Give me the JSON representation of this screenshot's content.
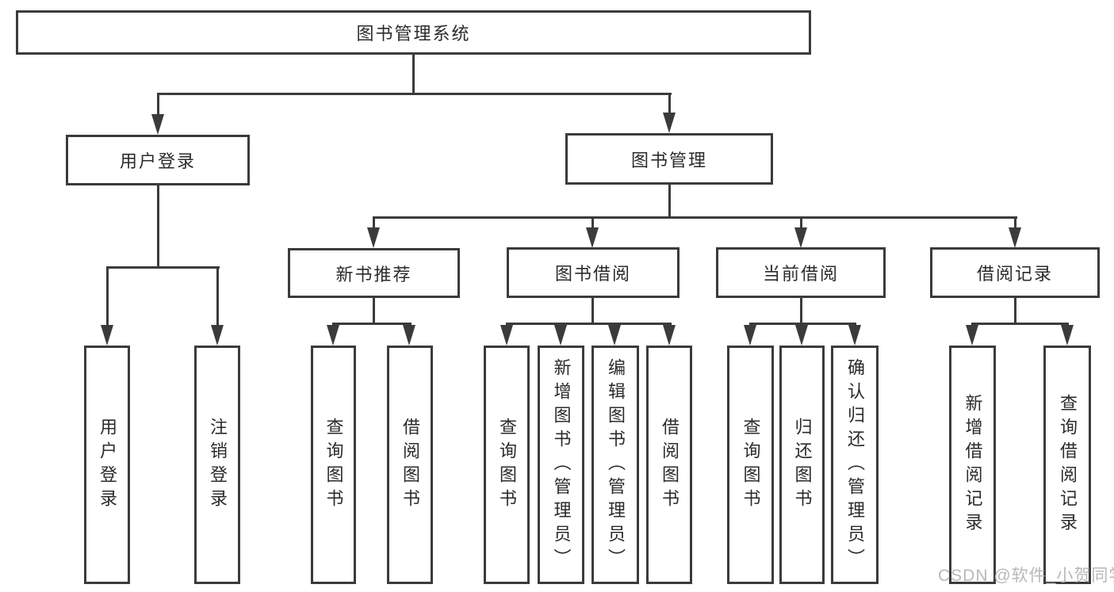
{
  "colors": {
    "line": "#3b3b3b",
    "text": "#2b2b2b",
    "watermark": "#b8b8b8",
    "bg": "#ffffff"
  },
  "tree": {
    "root": {
      "label": "图书管理系统"
    },
    "branches": [
      {
        "label": "用户登录",
        "children": [
          {
            "label": "用户登录"
          },
          {
            "label": "注销登录"
          }
        ]
      },
      {
        "label": "图书管理",
        "children": [
          {
            "label": "新书推荐",
            "children": [
              {
                "label": "查询图书"
              },
              {
                "label": "借阅图书"
              }
            ]
          },
          {
            "label": "图书借阅",
            "children": [
              {
                "label": "查询图书"
              },
              {
                "label": "新增图书（管理员）"
              },
              {
                "label": "编辑图书（管理员）"
              },
              {
                "label": "借阅图书"
              }
            ]
          },
          {
            "label": "当前借阅",
            "children": [
              {
                "label": "查询图书"
              },
              {
                "label": "归还图书"
              },
              {
                "label": "确认归还（管理员）"
              }
            ]
          },
          {
            "label": "借阅记录",
            "children": [
              {
                "label": "新增借阅记录"
              },
              {
                "label": "查询借阅记录"
              }
            ]
          }
        ]
      }
    ]
  },
  "watermark": {
    "text": "CSDN @软件_小贺同学"
  }
}
